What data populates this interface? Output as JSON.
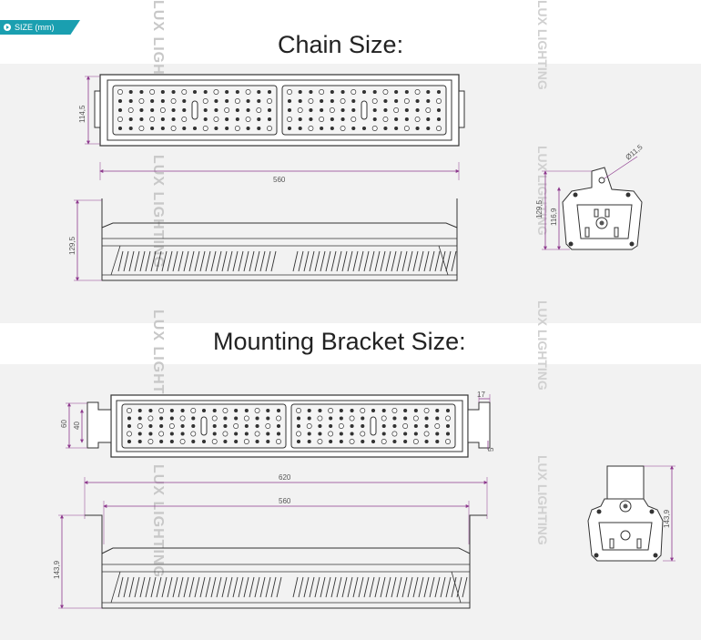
{
  "badge": {
    "label": "SIZE (mm)"
  },
  "titles": {
    "chain": "Chain Size:",
    "bracket": "Mounting Bracket Size:"
  },
  "watermark": "LUX LIGHTING",
  "chain": {
    "height_top": "114,5",
    "length": "560",
    "height_side": "129,5",
    "end_outer": "129,5",
    "end_inner": "116,9",
    "hole": "Ø11,5"
  },
  "bracket": {
    "dim_60": "60",
    "dim_40": "40",
    "dim_17": "17",
    "dim_5": "5",
    "length_outer": "620",
    "length_inner": "560",
    "height_side": "143,9",
    "end_height": "143,9"
  },
  "colors": {
    "line": "#333333",
    "dimension": "#8e3a8e",
    "band": "#f2f2f2",
    "badge": "#1a9fb0"
  }
}
